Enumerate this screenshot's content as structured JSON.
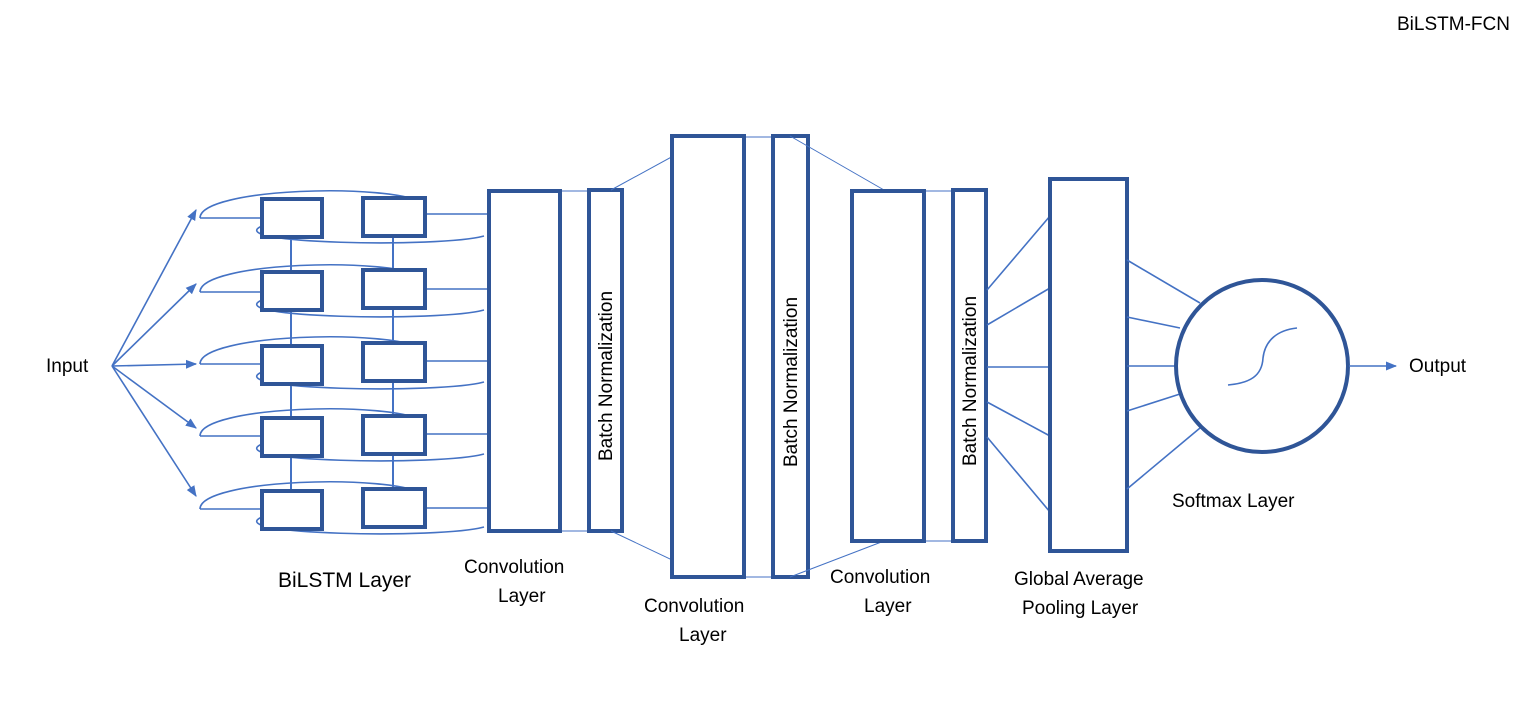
{
  "title": "BiLSTM-FCN",
  "labels": {
    "input": "Input",
    "output": "Output",
    "bilstm": "BiLSTM Layer",
    "conv1_line1": "Convolution",
    "conv1_line2": "Layer",
    "conv2_line1": "Convolution",
    "conv2_line2": "Layer",
    "conv3_line1": "Convolution",
    "conv3_line2": "Layer",
    "bn1": "Batch Normalization",
    "bn2": "Batch Normalization",
    "bn3": "Batch Normalization",
    "gap_line1": "Global Average",
    "gap_line2": "Pooling Layer",
    "softmax": "Softmax Layer"
  },
  "colors": {
    "box_stroke": "#2f5597",
    "line": "#4472c4",
    "text": "#000000"
  }
}
